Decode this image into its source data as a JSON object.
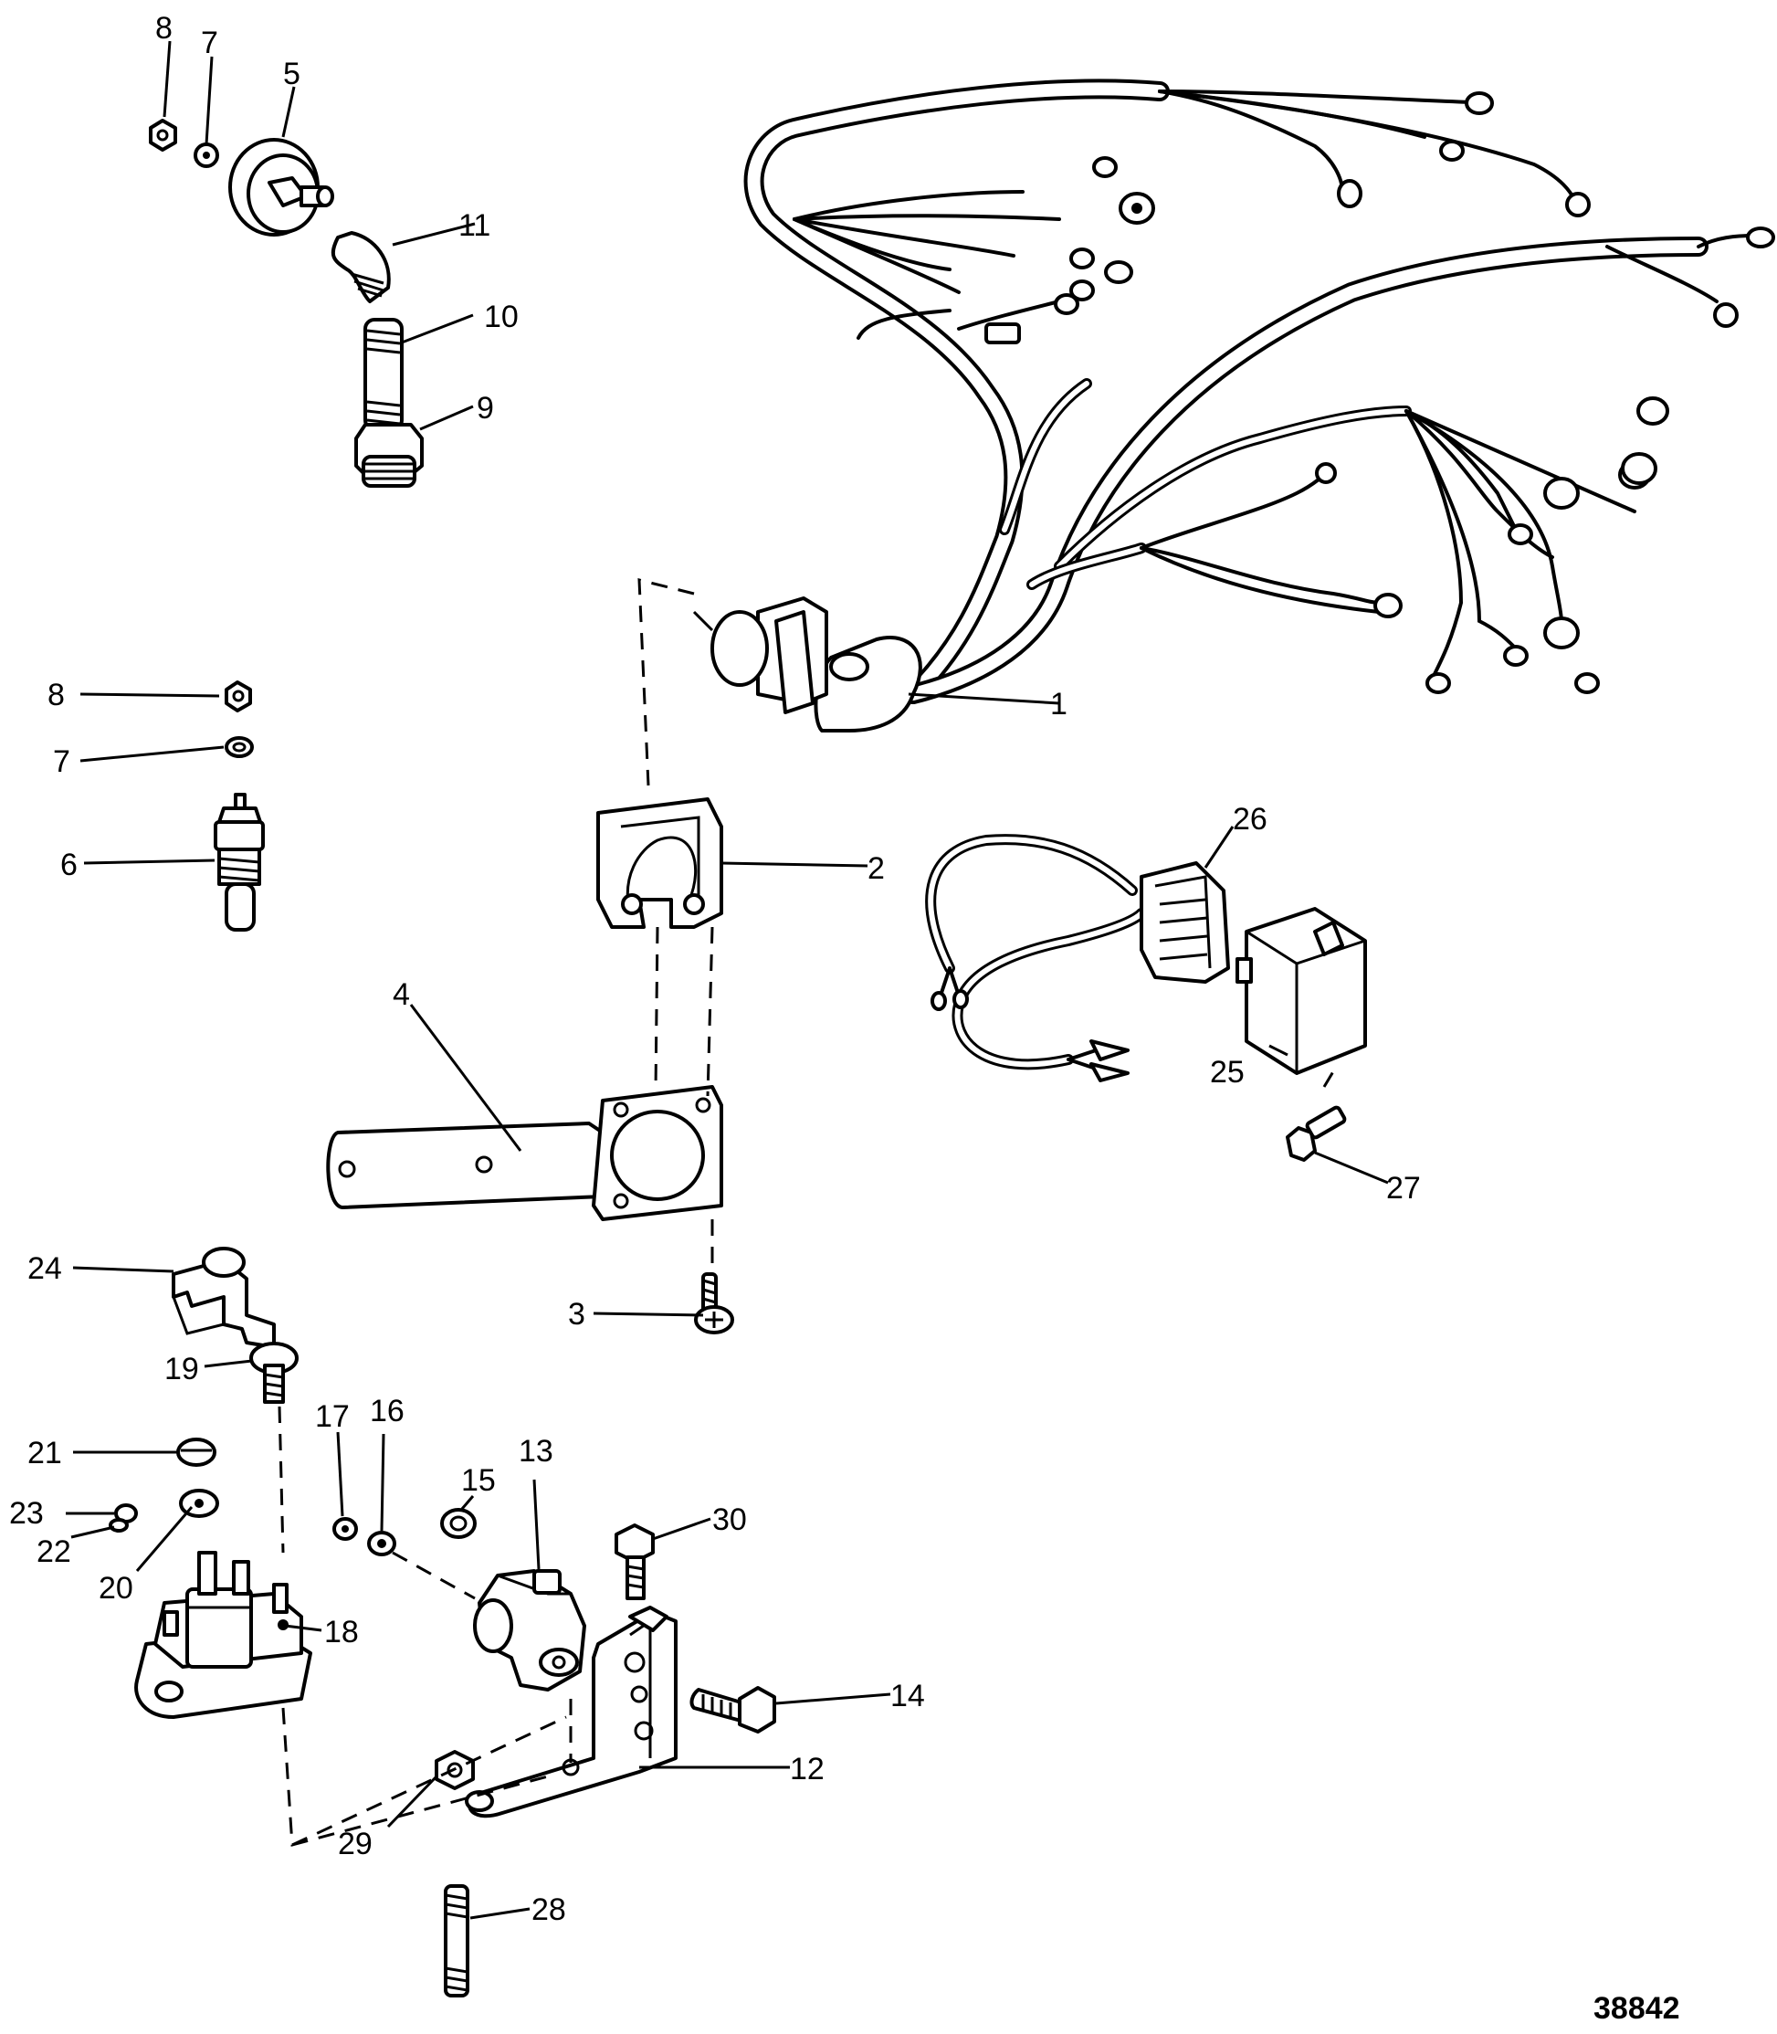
{
  "diagram": {
    "figure_number": "38842",
    "callouts": [
      {
        "label": "1"
      },
      {
        "label": "2"
      },
      {
        "label": "3"
      },
      {
        "label": "4"
      },
      {
        "label": "5"
      },
      {
        "label": "6"
      },
      {
        "label": "7"
      },
      {
        "label": "7"
      },
      {
        "label": "8"
      },
      {
        "label": "8"
      },
      {
        "label": "9"
      },
      {
        "label": "10"
      },
      {
        "label": "11"
      },
      {
        "label": "12"
      },
      {
        "label": "13"
      },
      {
        "label": "14"
      },
      {
        "label": "15"
      },
      {
        "label": "16"
      },
      {
        "label": "17"
      },
      {
        "label": "18"
      },
      {
        "label": "19"
      },
      {
        "label": "20"
      },
      {
        "label": "21"
      },
      {
        "label": "22"
      },
      {
        "label": "23"
      },
      {
        "label": "24"
      },
      {
        "label": "25"
      },
      {
        "label": "26"
      },
      {
        "label": "27"
      },
      {
        "label": "28"
      },
      {
        "label": "29"
      },
      {
        "label": "30"
      }
    ]
  }
}
